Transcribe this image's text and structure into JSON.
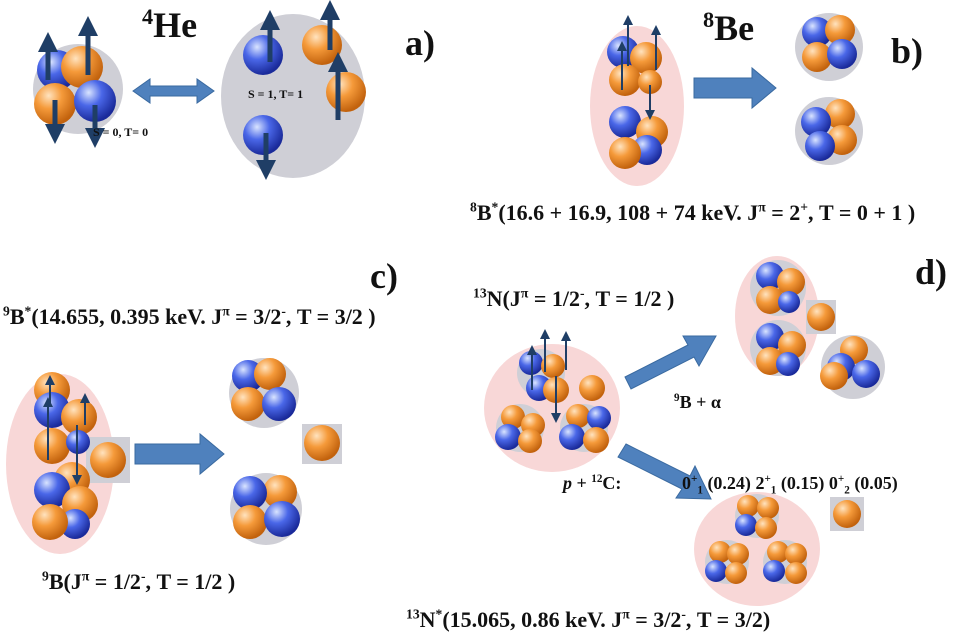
{
  "panels": {
    "a": {
      "label": "a)",
      "nucleus_mass": "4",
      "nucleus_symbol": "He",
      "state_left": "S = 0, T= 0",
      "state_right": "S = 1, T= 1"
    },
    "b": {
      "label": "b)",
      "nucleus_mass": "8",
      "nucleus_symbol": "Be",
      "caption": {
        "mass": "8",
        "main": "B",
        "star": "*",
        "text": "(16.6 + 16.9, 108 + 74 keV. J",
        "pi": "π",
        "eq": " = 2",
        "parity": "+",
        "rest": ", T = 0 + 1 )"
      }
    },
    "c": {
      "label": "c)",
      "top_caption": {
        "mass": "9",
        "main": "B",
        "star": "*",
        "text": "(14.655, 0.395 keV. J",
        "pi": "π",
        "eq": " = 3/2",
        "parity": "-",
        "rest": ", T = 3/2 )"
      },
      "bottom_caption": {
        "mass": "9",
        "main": "B(J",
        "pi": "π",
        "eq": " = 1/2",
        "parity": "-",
        "rest": ", T = 1/2 )"
      }
    },
    "d": {
      "label": "d)",
      "top_caption": {
        "mass": "13",
        "main": "N(J",
        "pi": "π",
        "eq": " = 1/2",
        "parity": "-",
        "rest": ", T = 1/2 )"
      },
      "channel_alpha": {
        "mass": "9",
        "text": "B + α"
      },
      "channel_p": {
        "p": "p",
        "plus": " + ",
        "mass": "12",
        "text": "C:"
      },
      "levels": {
        "l1": "0",
        "l1_sup": "+",
        "l1_sub": "1",
        "l1_val": " (0.24) ",
        "l2": "2",
        "l2_sup": "+",
        "l2_sub": "1",
        "l2_val": " (0.15) ",
        "l3": "0",
        "l3_sup": "+",
        "l3_sub": "2",
        "l3_val": " (0.05)"
      },
      "bottom_caption": {
        "mass": "13",
        "main": "N",
        "star": "*",
        "text": "(15.065, 0.86 keV. J",
        "pi": "π",
        "eq": " = 3/2",
        "parity": "-",
        "rest": ", T = 3/2)"
      }
    }
  },
  "colors": {
    "proton": "#f28c28",
    "neutron": "#3a55d6",
    "spin_arrow": "#1f3e66",
    "grey_halo": "#cfcfd6",
    "pink_halo": "#f8d7d7",
    "process_arrow": "#4f81bd"
  }
}
